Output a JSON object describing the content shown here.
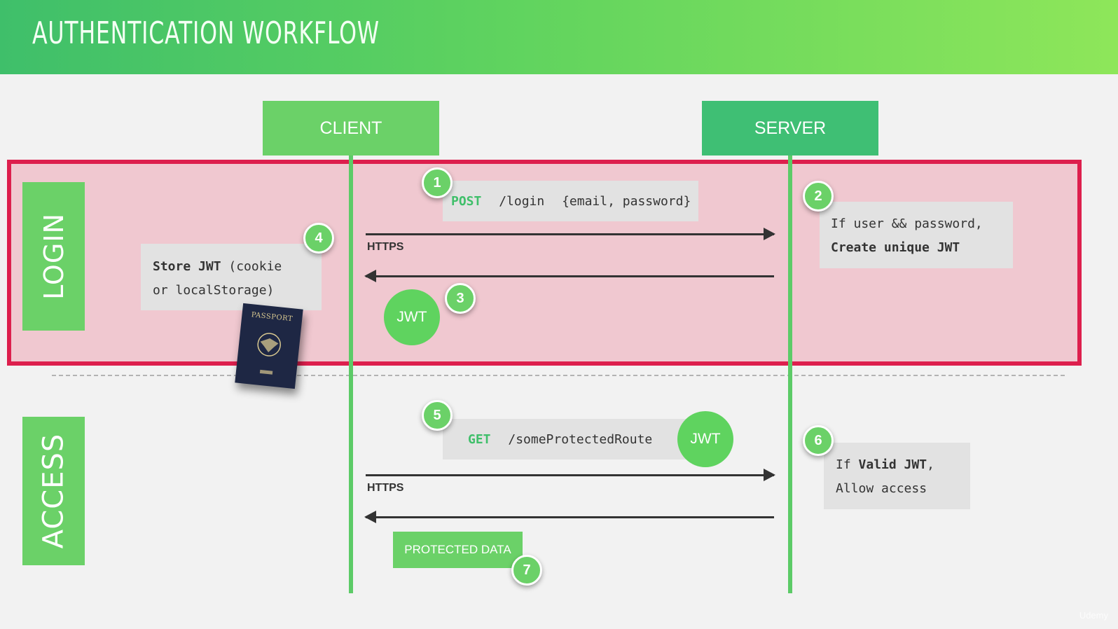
{
  "header": {
    "title": "AUTHENTICATION WORKFLOW"
  },
  "columns": {
    "client": "CLIENT",
    "server": "SERVER"
  },
  "sections": {
    "login": "LOGIN",
    "access": "ACCESS"
  },
  "login": {
    "step1": {
      "number": "1",
      "method": "POST",
      "path": "/login",
      "body": "{email, password}"
    },
    "request_protocol": "HTTPS",
    "step2": {
      "number": "2",
      "line1": "If user && password,",
      "line2": "Create unique JWT"
    },
    "step3": {
      "number": "3",
      "token": "JWT"
    },
    "step4": {
      "number": "4",
      "bold": "Store JWT",
      "rest1": " (cookie",
      "line2": "or localStorage)"
    },
    "passport_label": "PASSPORT"
  },
  "access": {
    "step5": {
      "number": "5",
      "method": "GET",
      "path": "/someProtectedRoute",
      "token": "JWT"
    },
    "request_protocol": "HTTPS",
    "step6": {
      "number": "6",
      "prefix": "If ",
      "bold": "Valid JWT",
      "suffix": ",",
      "line2": "Allow access"
    },
    "step7": {
      "number": "7",
      "label": "PROTECTED DATA"
    }
  },
  "watermark": "Udemy",
  "colors": {
    "accent_green": "#6bd168",
    "server_green": "#3fbf74",
    "login_band": "#f0c8d0",
    "login_border": "#dd1f4d"
  }
}
